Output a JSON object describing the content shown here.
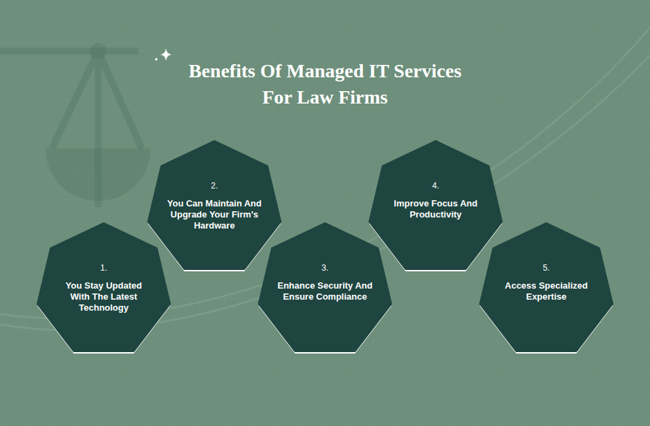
{
  "diagram": {
    "title": "Benefits Of Managed IT Services For Law Firms",
    "nodes": [
      {
        "text": [
          "1.",
          "You Stay Updated With The Latest Technology"
        ]
      },
      {
        "text": [
          "2.",
          "You Can Maintain And Upgrade Your Firm’s Hardware"
        ]
      },
      {
        "text": [
          "3.",
          "Enhance Security And Ensure Compliance"
        ]
      },
      {
        "text": [
          "4.",
          "Improve Focus And Productivity"
        ]
      },
      {
        "text": [
          "5.",
          "Access Specialized Expertise"
        ]
      }
    ]
  }
}
